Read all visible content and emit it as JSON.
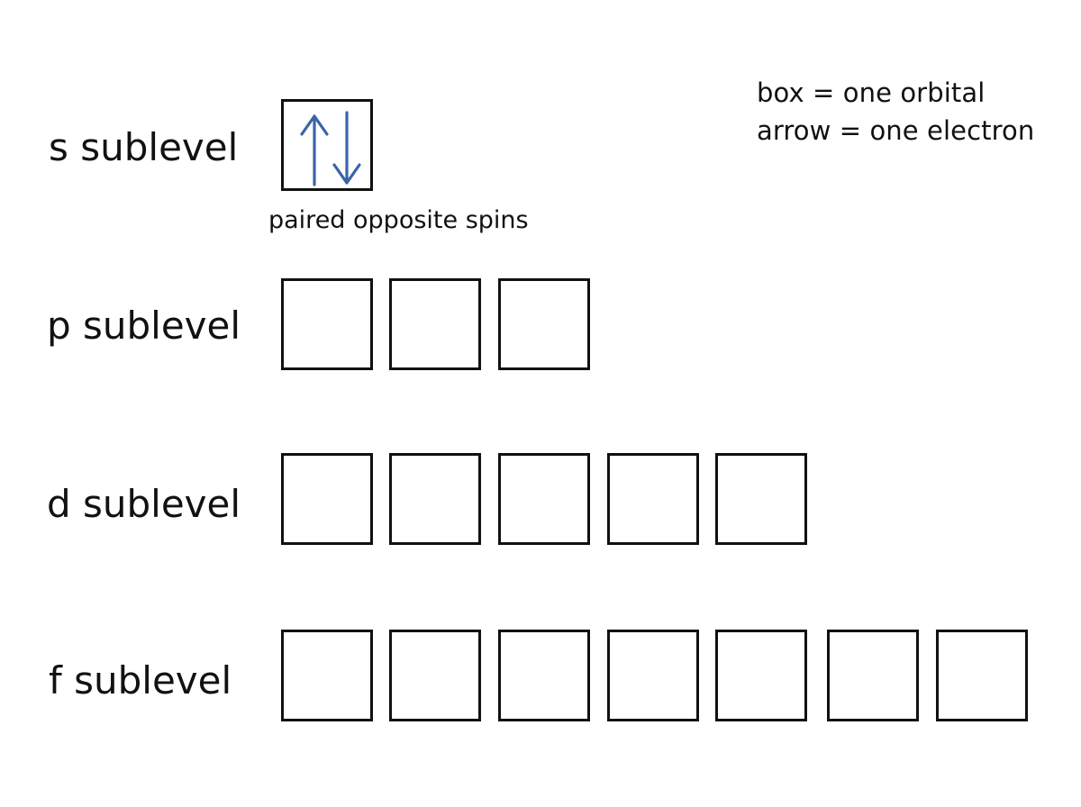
{
  "legend": {
    "box_line": "box = one orbital",
    "arrow_line": "arrow = one electron"
  },
  "sublevels": [
    {
      "label": "s sublevel",
      "orbitals": 1
    },
    {
      "label": "p sublevel",
      "orbitals": 3
    },
    {
      "label": "d sublevel",
      "orbitals": 5
    },
    {
      "label": "f sublevel",
      "orbitals": 7
    }
  ],
  "s_caption": "paired opposite spins",
  "s_electrons": {
    "count": 2,
    "spins": [
      "up",
      "down"
    ]
  },
  "colors": {
    "arrow": "#3a64a8",
    "box_border": "#111111",
    "text": "#111111",
    "background": "#ffffff"
  }
}
